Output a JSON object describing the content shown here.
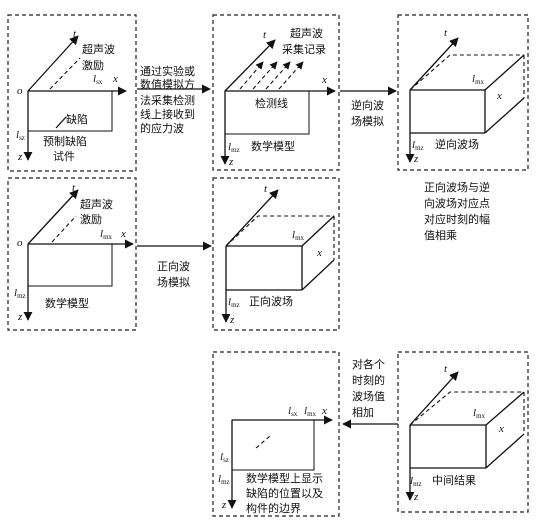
{
  "panels": {
    "p1": {
      "excite": [
        "超声波",
        "激励"
      ],
      "defect": "缺陷",
      "caption": [
        "预制缺陷",
        "试件"
      ]
    },
    "p2": {
      "record": [
        "超声波",
        "采集记录"
      ],
      "line": "检测线",
      "caption": "数学模型"
    },
    "p3": {
      "caption": "逆向波场"
    },
    "p4": {
      "excite": [
        "超声波",
        "激励"
      ],
      "caption": "数学模型"
    },
    "p5": {
      "caption": "正向波场"
    },
    "p6": {
      "caption": [
        "数学模型上显示",
        "缺陷的位置以及",
        "构件的边界"
      ]
    },
    "p7": {
      "caption": "中间结果"
    }
  },
  "arrows": {
    "a1": [
      "通过实验或",
      "数值模拟方",
      "法采集检测",
      "线上接收到",
      "的应力波"
    ],
    "a2": [
      "逆向波",
      "场模拟"
    ],
    "a3": [
      "正向波",
      "场模拟"
    ],
    "a4": [
      "对各个",
      "时刻的",
      "波场值",
      "相加"
    ]
  },
  "note": [
    "正向波场与逆",
    "向波场对应点",
    "对应时刻的幅",
    "值相乘"
  ],
  "symbols": {
    "o": "o",
    "t": "t",
    "x": "x",
    "z": "z",
    "l": "l",
    "sx": "sx",
    "sz": "sz",
    "mx": "mx",
    "mz": "mz"
  }
}
